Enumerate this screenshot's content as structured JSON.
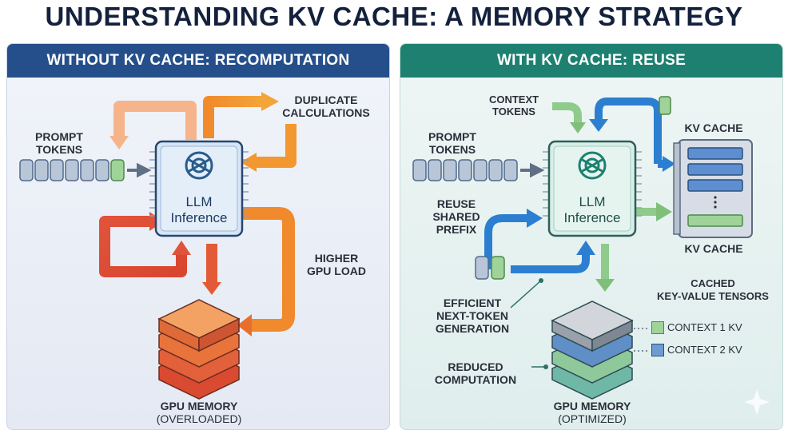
{
  "title": "UNDERSTANDING KV CACHE: A MEMORY STRATEGY",
  "left": {
    "header": "WITHOUT KV CACHE: RECOMPUTATION",
    "prompt_tokens": "PROMPT\nTOKENS",
    "chip_line1": "LLM",
    "chip_line2": "Inference",
    "duplicate": "DUPLICATE\nCALCULATIONS",
    "higher_load": "HIGHER\nGPU LOAD",
    "memory": "GPU MEMORY",
    "memory_state": "(OVERLOADED)"
  },
  "right": {
    "header": "WITH KV CACHE: REUSE",
    "context_tokens": "CONTEXT\nTOKENS",
    "prompt_tokens": "PROMPT\nTOKENS",
    "reuse": "REUSE\nSHARED\nPREFIX",
    "chip_line1": "LLM",
    "chip_line2": "Inference",
    "kv_cache_top": "KV CACHE",
    "kv_cache_bottom": "KV CACHE",
    "cached": "CACHED\nKEY-VALUE TENSORS",
    "efficient": "EFFICIENT\nNEXT-TOKEN\nGENERATION",
    "reduced": "REDUCED\nCOMPUTATION",
    "legend": [
      {
        "label": "CONTEXT 1 KV",
        "color": "#9fd39a"
      },
      {
        "label": "CONTEXT 2 KV",
        "color": "#6e9bd1"
      }
    ],
    "memory": "GPU MEMORY",
    "memory_state": "(OPTIMIZED)"
  }
}
